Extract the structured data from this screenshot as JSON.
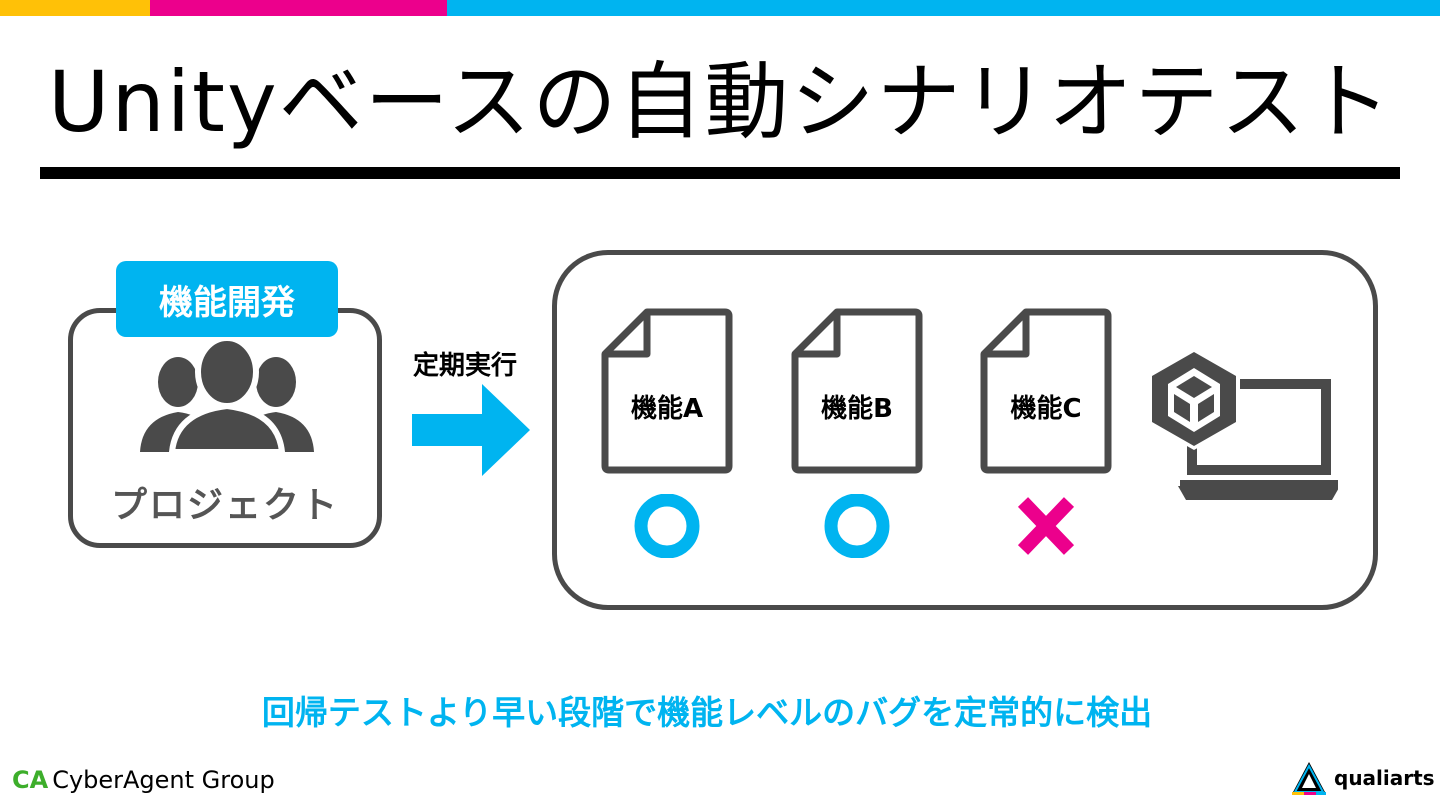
{
  "colors": {
    "yellow": "#FFC107",
    "magenta": "#EC008C",
    "cyan": "#00B4F0",
    "dark_gray": "#4a4a4a",
    "green": "#3DAE2B"
  },
  "title": "Unityベースの自動シナリオテスト",
  "project": {
    "badge": "機能開発",
    "label": "プロジェクト",
    "icon": "people-group-icon"
  },
  "schedule": {
    "label": "定期実行",
    "icon": "right-arrow-icon"
  },
  "features": [
    {
      "label": "機能A",
      "result": "pass",
      "result_icon": "circle-icon"
    },
    {
      "label": "機能B",
      "result": "pass",
      "result_icon": "circle-icon"
    },
    {
      "label": "機能C",
      "result": "fail",
      "result_icon": "cross-icon"
    }
  ],
  "unity": {
    "icon": "unity-laptop-icon"
  },
  "caption": "回帰テストより早い段階で機能レベルのバグを定常的に検出",
  "footer": {
    "left_mark": "CA",
    "left_text": "CyberAgent Group",
    "right_text": "qualiarts"
  }
}
